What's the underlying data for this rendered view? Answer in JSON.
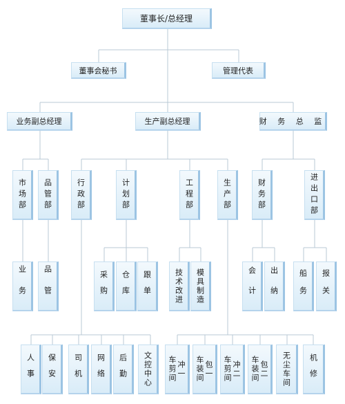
{
  "top": {
    "chairman": "董事长/总经理"
  },
  "level2": {
    "secretary": "董事会秘书",
    "mgmt_rep": "管理代表"
  },
  "level3": {
    "biz_vp": "业务副总经理",
    "prod_vp": "生产副总经理",
    "finance_dir": "财 务 总 监"
  },
  "departments": {
    "market": "市场部",
    "quality": "品管部",
    "admin": "行政部",
    "planning": "计划部",
    "engineering": "工程部",
    "production": "生产部",
    "finance": "财务部",
    "import_export": "进出口部"
  },
  "level5": {
    "business": "业务",
    "qc": "品管",
    "purchasing": "采购",
    "warehouse": "仓库",
    "order_follow": "跟单",
    "tech_improve": "技术改进",
    "mold_making": "模具制造",
    "accounting": "会计",
    "cashier": "出纳",
    "shipping": "船务",
    "customs": "报关"
  },
  "level6": {
    "hr": "人事",
    "security": "保安",
    "driver": "司机",
    "network": "网络",
    "logistics": "后勤",
    "doc_control": "文控中心",
    "stamp1_a": "冲一",
    "stamp1_b": "车剪间",
    "pack1_a": "包一",
    "pack1_b": "车装间",
    "stamp2_a": "冲二",
    "stamp2_b": "车剪间",
    "pack2_a": "包二",
    "pack2_b": "车装间",
    "dustfree": "无尘车间",
    "mechanic": "机修"
  }
}
